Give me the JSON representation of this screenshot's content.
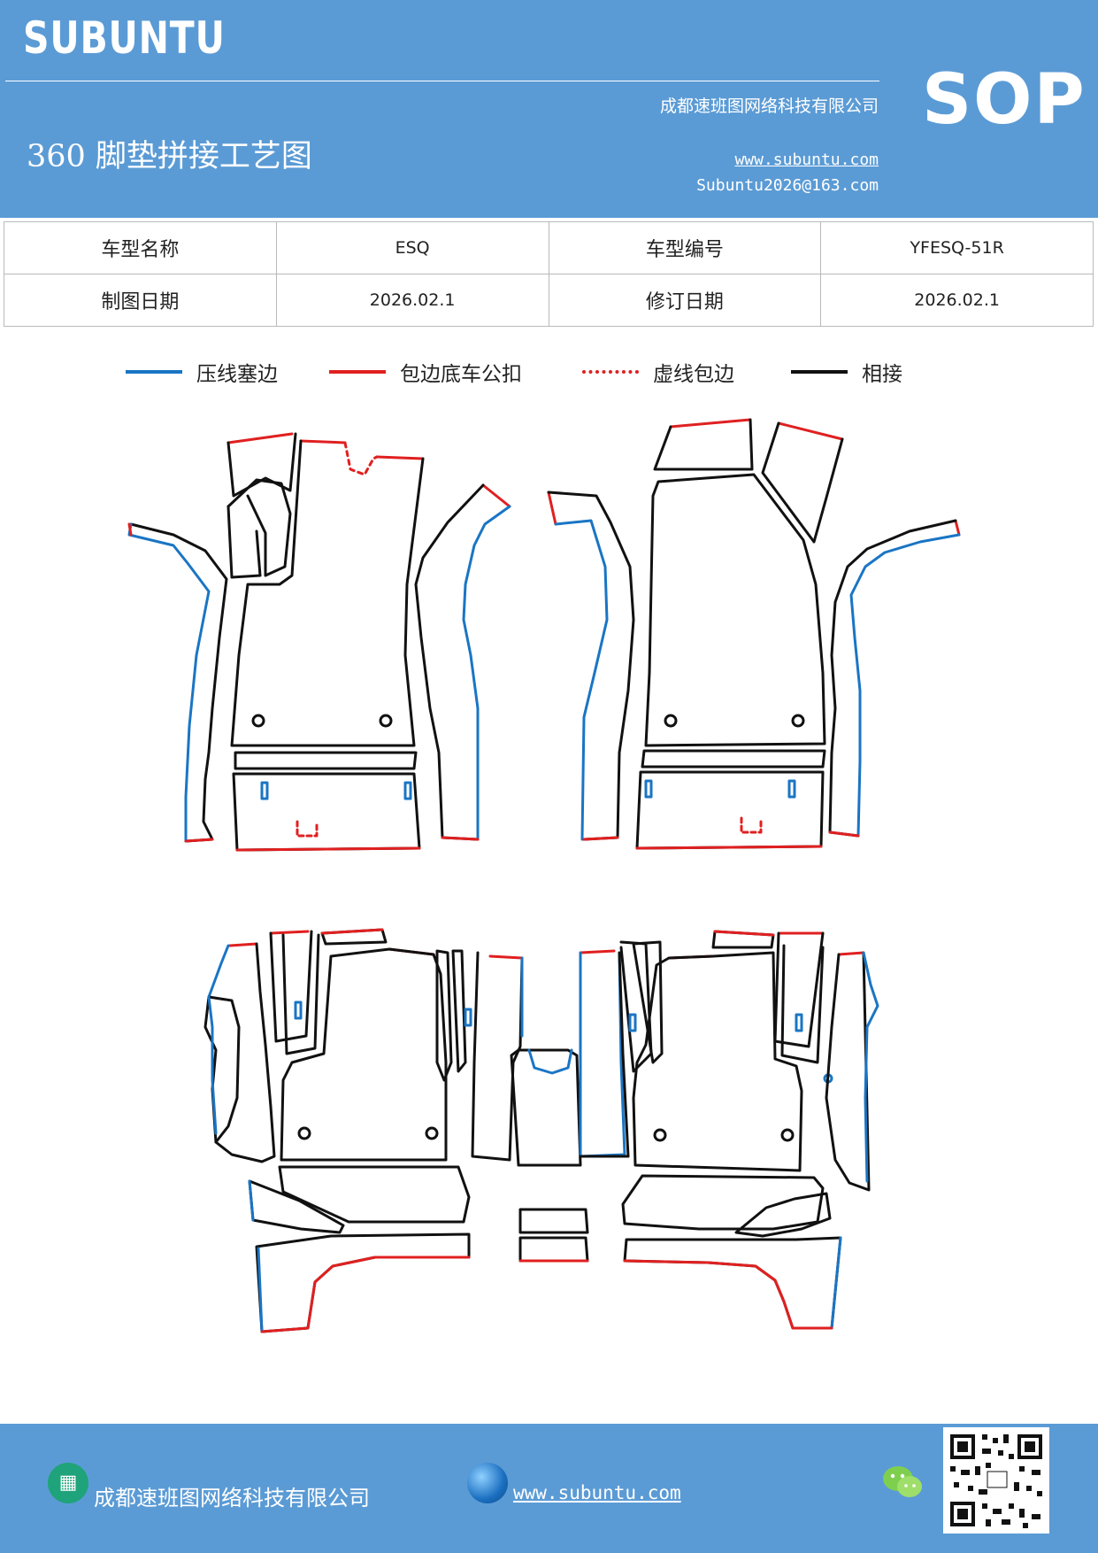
{
  "header": {
    "brand": "SUBUNTU",
    "company": "成都速班图网络科技有限公司",
    "title": "360 脚垫拼接工艺图",
    "website": "www.subuntu.com",
    "email": "Subuntu2026@163.com",
    "badge": "SOP"
  },
  "info_table": {
    "row1": [
      "车型名称",
      "ESQ",
      "车型编号",
      "YFESQ-51R"
    ],
    "row2": [
      "制图日期",
      "2026.02.1",
      "修订日期",
      "2026.02.1"
    ]
  },
  "legend": [
    {
      "label": "压线塞边",
      "color": "#1a75c4",
      "style": "solid"
    },
    {
      "label": "包边底车公扣",
      "color": "#e02020",
      "style": "solid"
    },
    {
      "label": "虚线包边",
      "color": "#e02020",
      "style": "dotted"
    },
    {
      "label": "相接",
      "color": "#111111",
      "style": "solid"
    }
  ],
  "footer": {
    "company": "成都速班图网络科技有限公司",
    "website": "www.subuntu.com",
    "icons": [
      "building-icon",
      "globe-icon",
      "wechat-icon",
      "qr-code"
    ]
  }
}
